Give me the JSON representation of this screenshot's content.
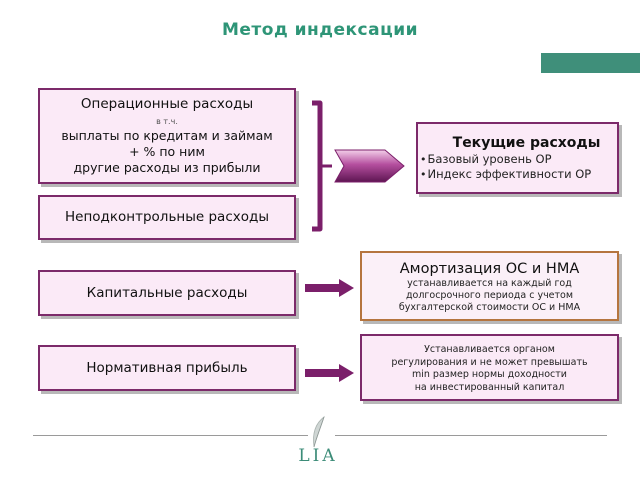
{
  "title": "Метод индексации",
  "colors": {
    "title": "#2e9577",
    "box_border": "#7c2a6a",
    "box_fill": "#fbeaf7",
    "orange_border": "#b5753f",
    "arrow": "#7b1f6a",
    "accent_bar": "#3f8f7a"
  },
  "left_boxes": {
    "operational": {
      "line1": "Операционные расходы",
      "line2": "в т.ч.",
      "line3": "выплаты по кредитам и займам",
      "line4": "+ % по ним",
      "line5": "другие расходы из прибыли"
    },
    "uncontrolled": "Неподконтрольные расходы",
    "capital": "Капитальные расходы",
    "normative": "Нормативная прибыль"
  },
  "right_boxes": {
    "current": {
      "header": "Текущие расходы",
      "items": [
        "Базовый уровень ОР",
        "Индекс эффективности ОР"
      ]
    },
    "amortization": {
      "header": "Амортизация ОС и НМА",
      "lines": [
        "устанавливается на каждый год",
        "долгосрочного периода с учетом",
        "бухгалтерской стоимости ОС и НМА"
      ]
    },
    "regulator": {
      "lines": [
        "Устанавливается органом",
        "регулирования и не может превышать",
        "min размер нормы доходности",
        "на инвестированный капитал"
      ]
    }
  },
  "logo": {
    "text": "LIA",
    "icon": "feather-icon"
  }
}
